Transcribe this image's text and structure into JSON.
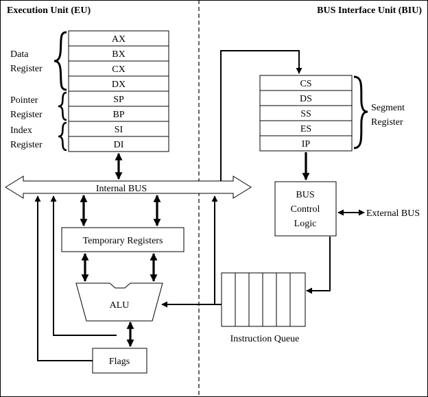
{
  "titles": {
    "eu": "Execution Unit (EU)",
    "biu": "BUS Interface Unit (BIU)"
  },
  "eu_registers": [
    "AX",
    "BX",
    "CX",
    "DX",
    "SP",
    "BP",
    "SI",
    "DI"
  ],
  "eu_groups": [
    {
      "line1": "Data",
      "line2": "Register"
    },
    {
      "line1": "Pointer",
      "line2": "Register"
    },
    {
      "line1": "Index",
      "line2": "Register"
    }
  ],
  "segment_registers": [
    "CS",
    "DS",
    "SS",
    "ES",
    "IP"
  ],
  "segment_group": {
    "line1": "Segment",
    "line2": "Register"
  },
  "internal_bus": "Internal BUS",
  "bus_control": {
    "line1": "BUS",
    "line2": "Control",
    "line3": "Logic"
  },
  "external_bus": "External BUS",
  "temporary_registers": "Temporary Registers",
  "alu": "ALU",
  "flags": "Flags",
  "instruction_queue": "Instruction Queue",
  "colors": {
    "line": "#000000",
    "background": "#ffffff"
  }
}
